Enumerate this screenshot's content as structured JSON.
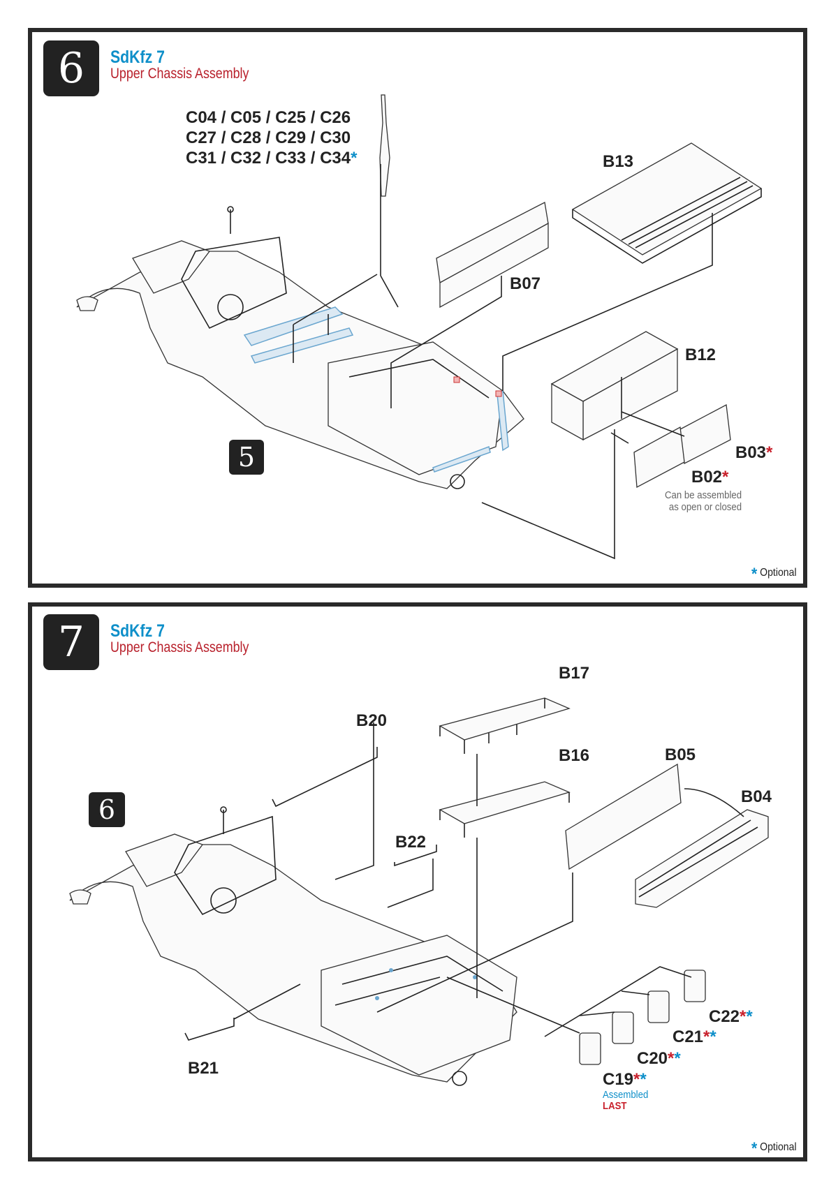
{
  "steps": [
    {
      "number": "6",
      "title": "SdKfz 7",
      "subtitle": "Upper Chassis Assembly",
      "part_list": [
        "C04 / C05 / C25 / C26",
        "C27 / C28 / C29 / C30",
        "C31 / C32 / C33 / C34"
      ],
      "part_list_mark": "*",
      "parts": {
        "b13": "B13",
        "b07": "B07",
        "b12": "B12",
        "b03": "B03",
        "b02": "B02"
      },
      "star": "*",
      "note": [
        "Can be assembled",
        "as open or closed"
      ],
      "previous_step": "5",
      "legend": {
        "star": "*",
        "label": "Optional"
      }
    },
    {
      "number": "7",
      "title": "SdKfz 7",
      "subtitle": "Upper Chassis Assembly",
      "parts": {
        "b17": "B17",
        "b20": "B20",
        "b16": "B16",
        "b05": "B05",
        "b04": "B04",
        "b22": "B22",
        "b21": "B21",
        "c22": "C22",
        "c21": "C21",
        "c20": "C20",
        "c19": "C19"
      },
      "star": "*",
      "note": [
        "Assembled",
        "LAST"
      ],
      "previous_step": "6",
      "legend": {
        "star": "*",
        "label": "Optional"
      }
    }
  ],
  "colors": {
    "accent_blue": "#0e8fc9",
    "accent_red": "#b8202b",
    "frame": "#2a2a2a"
  }
}
